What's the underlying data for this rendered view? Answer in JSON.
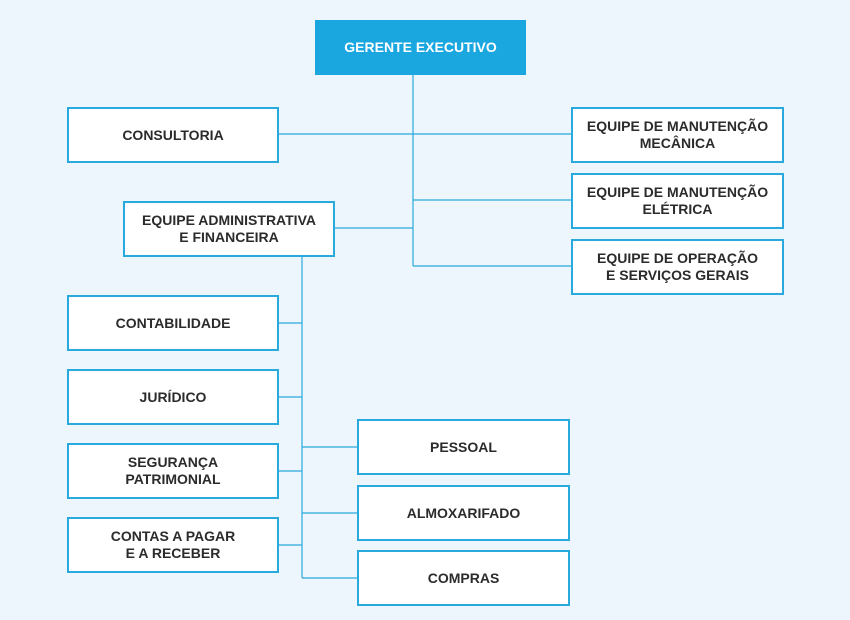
{
  "org_chart": {
    "colors": {
      "root_fill": "#1aa7e0",
      "box_border": "#2aa9dc",
      "connector": "#2aa9dc",
      "background": "#eef6fd",
      "text": "#2b2b2b"
    },
    "root": "GERENTE EXECUTIVO",
    "consultoria": "CONSULTORIA",
    "manutencao_mecanica": "EQUIPE DE MANUTENÇÃO\nMECÂNICA",
    "manutencao_eletrica": "EQUIPE DE MANUTENÇÃO\nELÉTRICA",
    "operacao": "EQUIPE DE OPERAÇÃO\nE SERVIÇOS GERAIS",
    "administrativa": "EQUIPE ADMINISTRATIVA\nE FINANCEIRA",
    "contabilidade": "CONTABILIDADE",
    "juridico": "JURÍDICO",
    "seguranca": "SEGURANÇA\nPATRIMONIAL",
    "contas": "CONTAS A PAGAR\nE A RECEBER",
    "pessoal": "PESSOAL",
    "almoxarifado": "ALMOXARIFADO",
    "compras": "COMPRAS"
  }
}
